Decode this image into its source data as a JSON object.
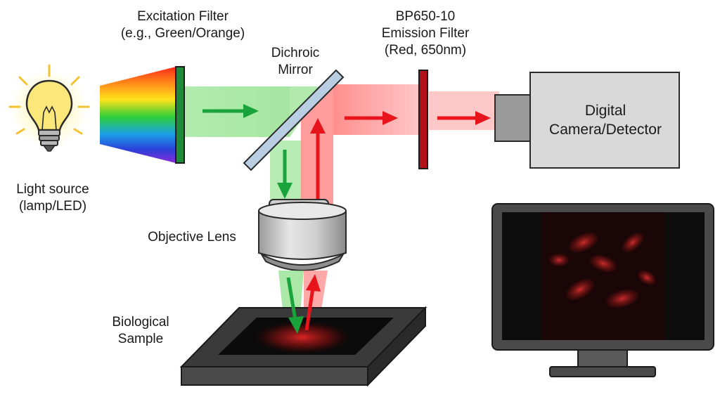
{
  "labels": {
    "excitation_filter": [
      "Excitation Filter",
      "(e.g., Green/Orange)"
    ],
    "dichroic_mirror": [
      "Dichroic",
      "Mirror"
    ],
    "emission_filter": [
      "BP650-10",
      "Emission Filter",
      "(Red, 650nm)"
    ],
    "light_source": [
      "Light source",
      "(lamp/LED)"
    ],
    "objective_lens": "Objective Lens",
    "biological_sample": [
      "Biological",
      "Sample"
    ],
    "camera": [
      "Digital",
      "Camera/Detector"
    ]
  },
  "colors": {
    "excitation_beam": "#7ddc7a",
    "excitation_arrow": "#1aa33a",
    "emission_beam": "#ff8080",
    "emission_arrow": "#e8141c",
    "filter_green": "#1e8a3a",
    "filter_red": "#b3111a",
    "mirror": "#b9cde3",
    "camera_body": "#d9d9d9",
    "monitor_frame": "#4a4a4a"
  },
  "icons": {
    "light_source": "lightbulb-icon",
    "camera": "camera-icon",
    "monitor": "monitor-icon"
  }
}
